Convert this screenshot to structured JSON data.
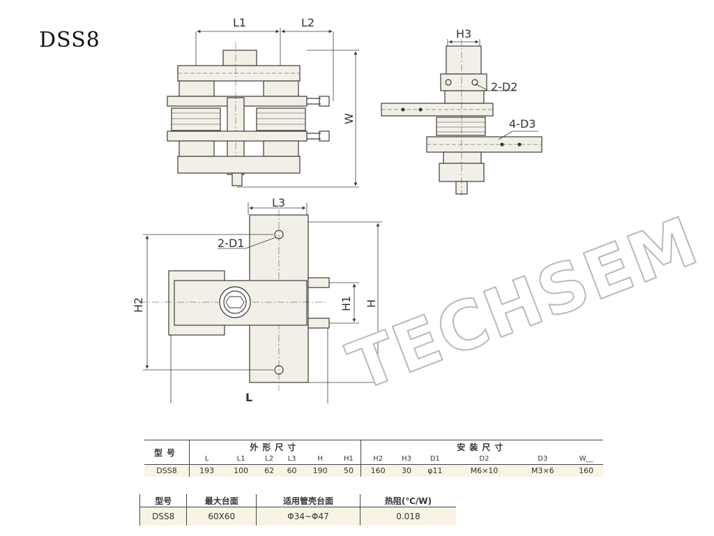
{
  "title": "DSS8",
  "watermark": "TECHSEM",
  "labels": {
    "L1": "L1",
    "L2": "L2",
    "L3": "L3",
    "H3": "H3",
    "W": "W",
    "D2": "2-D2",
    "D3": "4-D3",
    "D1": "2-D1",
    "H1": "H1",
    "H2": "H2",
    "H": "H",
    "L": "L"
  },
  "table1": {
    "model_header": "型号",
    "group_outline": "外形尺寸",
    "group_install": "安装尺寸",
    "columns": [
      "L",
      "L1",
      "L2",
      "L3",
      "H",
      "H1",
      "H2",
      "H3",
      "D1",
      "D2",
      "D3",
      "W__"
    ],
    "model": "DSS8",
    "values": [
      "193",
      "100",
      "62",
      "60",
      "190",
      "50",
      "160",
      "30",
      "φ11",
      "M6×10",
      "M3×6",
      "160"
    ]
  },
  "table2": {
    "headers": [
      "型号",
      "最大台面",
      "适用管壳台面",
      "热阻(℃/W)"
    ],
    "values": [
      "DSS8",
      "60X60",
      "Φ34~Φ47",
      "0.018"
    ]
  },
  "colors": {
    "line": "#3a3a3a",
    "fill": "#f2efe7",
    "accent": "#f8f3e4",
    "watermark": "#b9b9b9"
  }
}
